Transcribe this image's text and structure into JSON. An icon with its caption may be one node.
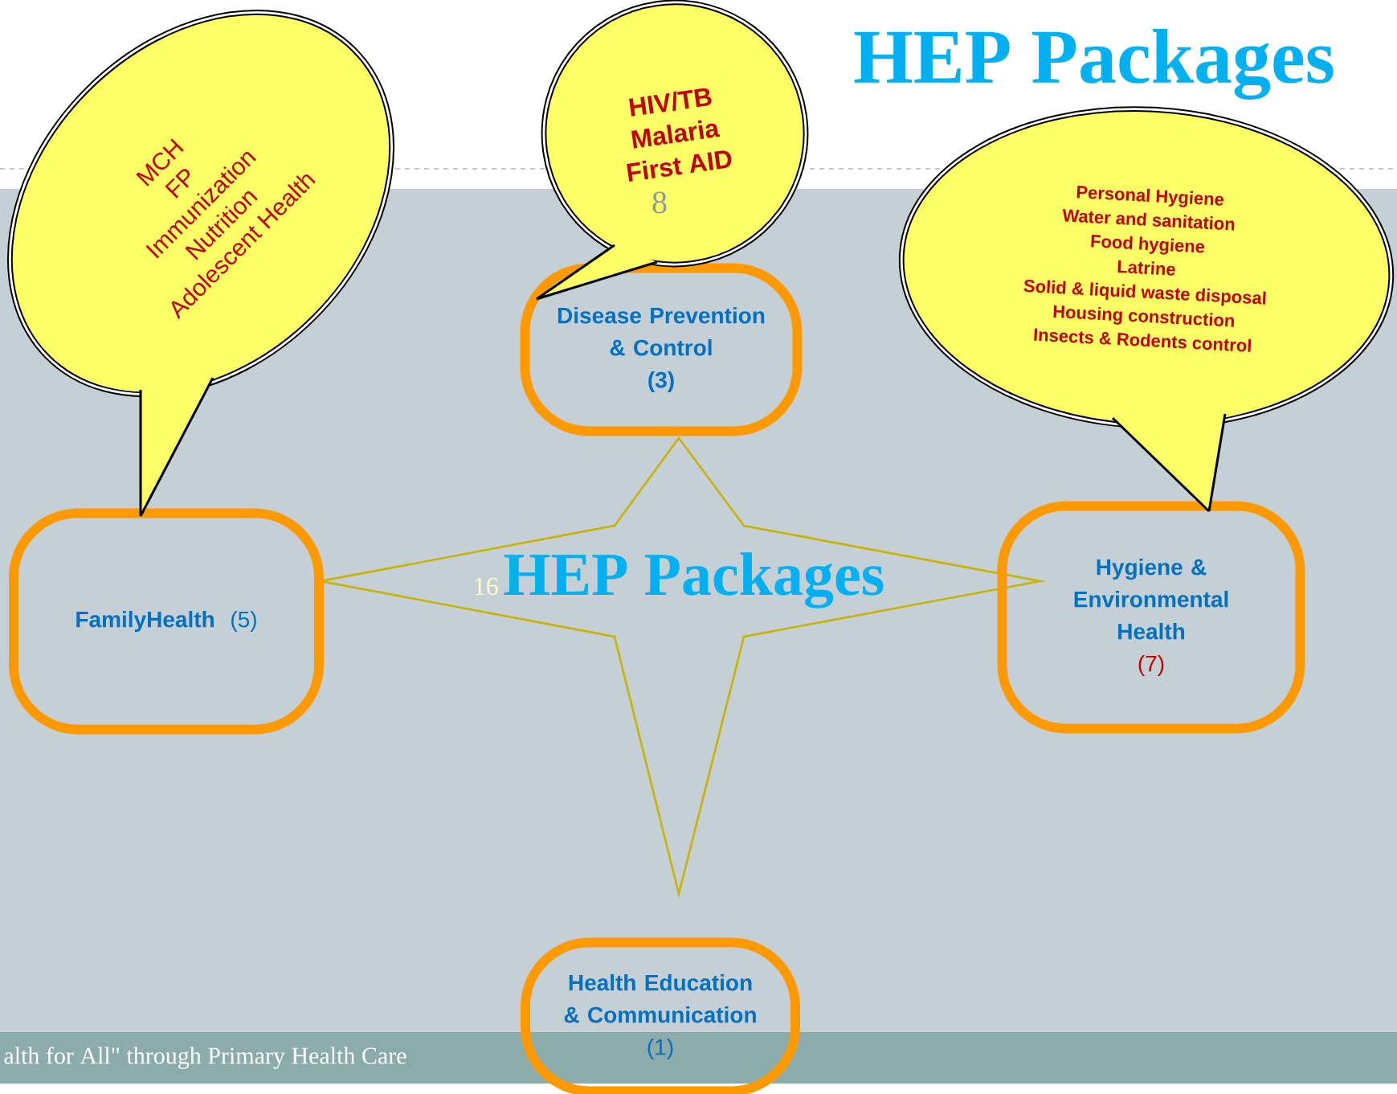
{
  "diagram": {
    "title": "HEP Packages",
    "nodes": [
      {
        "text": [
          "16",
          "HEP Packages"
        ]
      },
      {
        "text": [
          "Disease Prevention & Control",
          "(3)"
        ]
      },
      {
        "text": [
          "FamilyHealth",
          "(5)"
        ]
      },
      {
        "text": [
          "Hygiene & Environmental Health",
          "(7)"
        ]
      },
      {
        "text": [
          "Health Education & Communication",
          "(1)"
        ]
      },
      {
        "text": [
          "MCH",
          "FP",
          "Immunization",
          "Nutrition",
          "Adolescent Health"
        ]
      },
      {
        "text": [
          "HIV/TB",
          "Malaria",
          "First AID"
        ]
      },
      {
        "text": [
          "Personal Hygiene",
          "Water and sanitation",
          "Food hygiene",
          "Latrine",
          "Solid & liquid waste disposal",
          "Housing construction",
          "Insects & Rodents control"
        ]
      }
    ],
    "edges": [
      {
        "from": 5,
        "to": 2,
        "arrow": "none",
        "color": "#000000"
      },
      {
        "from": 6,
        "to": 1,
        "arrow": "none",
        "color": "#000000"
      },
      {
        "from": 7,
        "to": 3,
        "arrow": "none",
        "color": "#000000"
      }
    ],
    "labels": [
      "8",
      "alth for All\" through Primary Health Care"
    ]
  }
}
